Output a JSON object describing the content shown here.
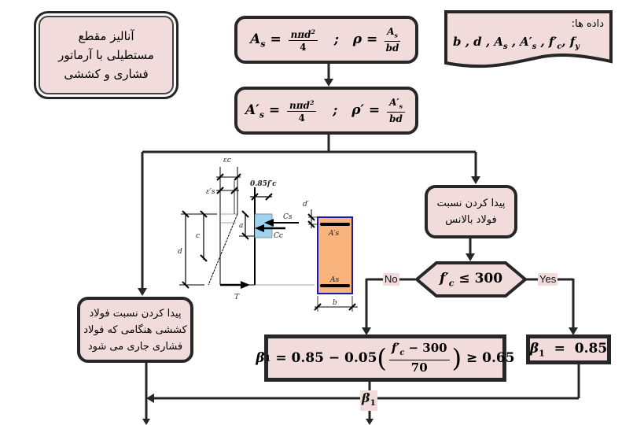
{
  "title_box": {
    "lines": [
      "آنالیز مقطع",
      "مستطیلی با آرماتور",
      "فشاری و کششی"
    ]
  },
  "data_box": {
    "heading": "داده ها:",
    "variables": [
      "b",
      "d",
      "As",
      "A's",
      "f'c",
      "fy"
    ]
  },
  "step1": {
    "lhs": "A",
    "lhs_sub": "s",
    "num": "nπd",
    "num_sup": "2",
    "den": "4",
    "sep": ";",
    "rho": "ρ",
    "rho_num": "A",
    "rho_num_sub": "s",
    "rho_den": "bd"
  },
  "step2": {
    "lhs": "A′",
    "lhs_sub": "s",
    "num": "nπd",
    "num_sup": "2",
    "den": "4",
    "sep": ";",
    "rho": "ρ′",
    "rho_num": "A′",
    "rho_num_sub": "s",
    "rho_den": "bd"
  },
  "balanced_box": {
    "lines": [
      "پیدا کردن نسبت",
      "فولاد بالانس"
    ]
  },
  "decision": {
    "lhs": "f′",
    "lhs_sub": "c",
    "op": "≤",
    "rhs": "300",
    "no_label": "No",
    "yes_label": "Yes"
  },
  "tension_box": {
    "lines": [
      "پیدا کردن نسبت فولاد",
      "کششی هنگامی که فولاد",
      "فشاری جاری می شود"
    ]
  },
  "beta_formula": {
    "lhs": "β",
    "lhs_sub": "1",
    "eq": "=",
    "a": "0.85",
    "minus": "−",
    "b": "0.05",
    "num_var": "f′",
    "num_sub": "c",
    "num_rest": "− 300",
    "den": "70",
    "ge": "≥",
    "min": "0.65"
  },
  "beta_const": {
    "lhs": "β",
    "lhs_sub": "1",
    "eq": "=",
    "value": "0.85"
  },
  "merge_label": {
    "sym": "β",
    "sub": "1"
  },
  "section_sketch": {
    "labels": {
      "eps_c": "εc",
      "eps_s": "ε′s",
      "stress": "0.85f′c",
      "c": "c",
      "d": "d",
      "a": "a",
      "d_prime": "d′",
      "Cs": "Cs",
      "Cc": "Cc",
      "T": "T",
      "As_top": "A′s",
      "As_bot": "As",
      "b": "b"
    },
    "colors": {
      "stress_block": "#9fd3ef",
      "section_fill": "#f8b47c",
      "section_border": "#1a1aa8"
    }
  },
  "colors": {
    "box_fill": "#f2dcdb",
    "stroke": "#262626"
  }
}
